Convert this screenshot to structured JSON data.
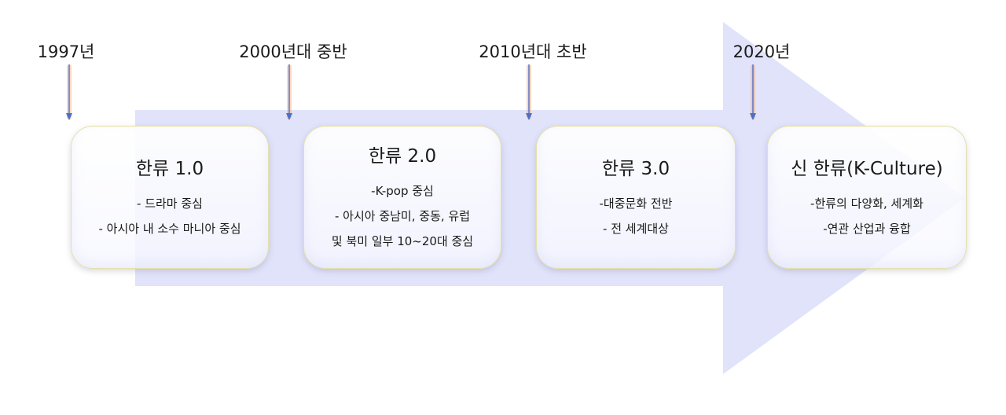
{
  "timeline": [
    {
      "year": "1997년",
      "title": "한류 1.0",
      "lines": [
        "- 드라마 중심",
        "- 아시아 내 소수 마니아 중심"
      ]
    },
    {
      "year": "2000년대 중반",
      "title": "한류 2.0",
      "lines": [
        "-K-pop 중심",
        "- 아시아 중남미, 중동, 유럽",
        "및 북미 일부 10~20대 중심"
      ]
    },
    {
      "year": "2010년대 초반",
      "title": "한류 3.0",
      "lines": [
        "-대중문화 전반",
        "- 전 세계대상"
      ]
    },
    {
      "year": "2020년",
      "title": "신 한류(K-Culture)",
      "lines": [
        "-한류의 다양화, 세계화",
        "-연관 산업과 융합"
      ]
    }
  ],
  "colors": {
    "arrow_fill": "#dde0fa",
    "marker_arrow": "#4a6fc7",
    "marker_glow": "#f3a678",
    "card_border": "#e6e0a8"
  }
}
